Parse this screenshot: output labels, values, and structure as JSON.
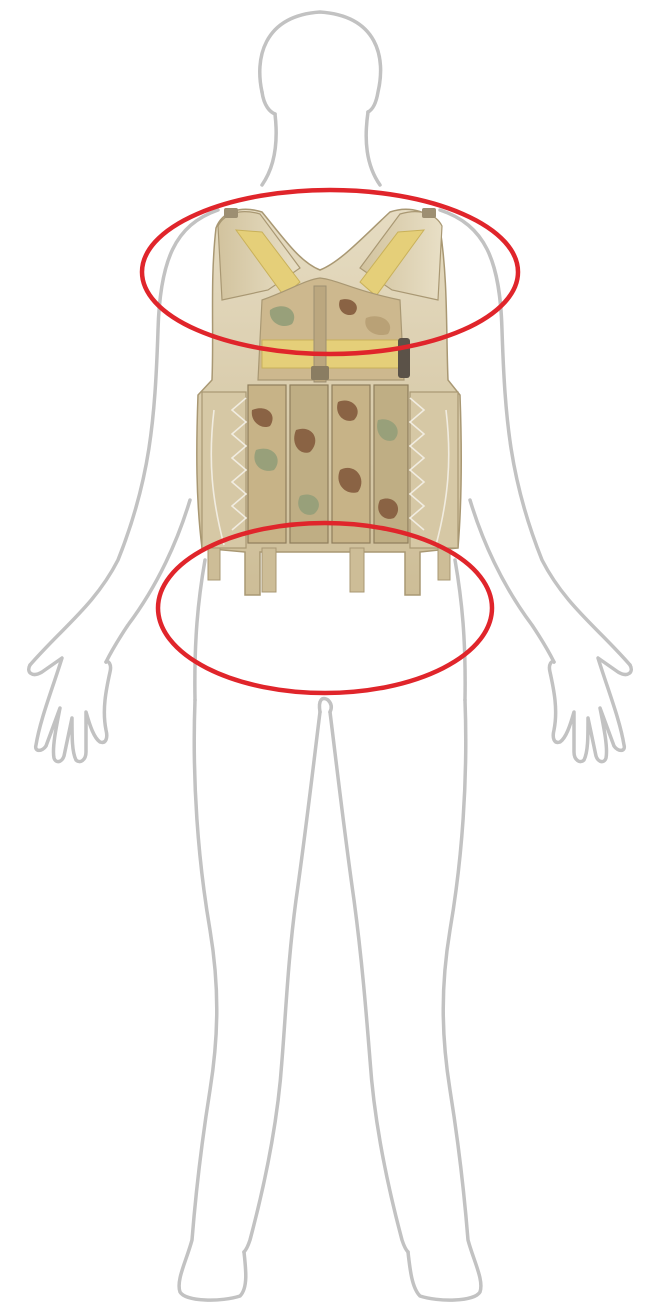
{
  "figure": {
    "subject": "human-body-outline",
    "garment": "tactical-vest-desert-camo",
    "highlighted_regions": [
      "shoulders-upper-chest",
      "hips-lower-abdomen"
    ]
  },
  "colors": {
    "background": "#ffffff",
    "outline": "#c2c2c2",
    "highlight": "#e0252b",
    "vest_base": "#d8c9a6",
    "vest_light": "#e6dcc2",
    "vest_shadow": "#b8a780",
    "camo_brown": "#8a6344",
    "camo_green": "#98a07a",
    "camo_tan": "#cdb88e",
    "velcro_yellow": "#e5cf79"
  }
}
